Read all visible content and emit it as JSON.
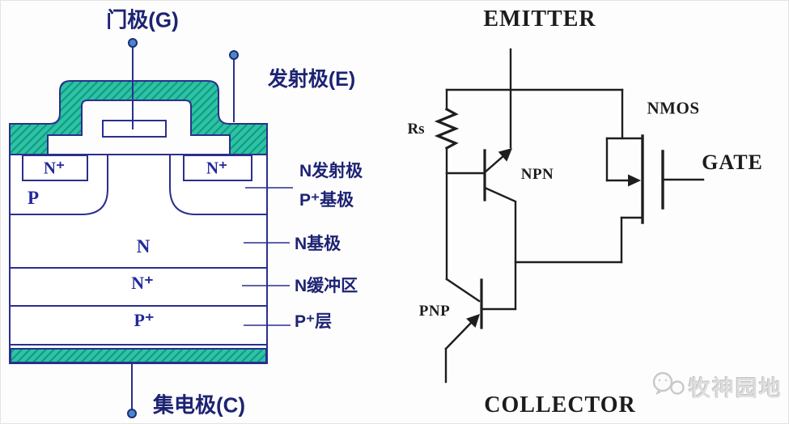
{
  "left_diagram": {
    "gate_terminal": "门极(G)",
    "emitter_terminal": "发射极(E)",
    "collector_terminal": "集电极(C)",
    "region_n_plus_left": "N⁺",
    "region_n_plus_right": "N⁺",
    "region_p": "P",
    "region_n": "N",
    "region_n_plus_layer": "N⁺",
    "region_p_plus_layer": "P⁺",
    "annotations": [
      {
        "label": "N发射极"
      },
      {
        "label": "P⁺基极"
      },
      {
        "label": "N基极"
      },
      {
        "label": "N缓冲区"
      },
      {
        "label": "P⁺层"
      }
    ]
  },
  "circuit": {
    "emitter": "EMITTER",
    "collector": "COLLECTOR",
    "gate": "GATE",
    "nmos": "NMOS",
    "npn": "NPN",
    "pnp": "PNP",
    "rs": "Rs"
  },
  "watermark": {
    "text": "牧神园地"
  },
  "colors": {
    "metal_teal": "#2cc3a6",
    "metal_hatch": "#149a80",
    "outline_navy": "#2b2f8e",
    "label_navy": "#1d2373",
    "circuit_black": "#1e1e1e",
    "terminal_dot_blue": "#4b87c9",
    "watermark_gray": "#d6d6d6"
  }
}
